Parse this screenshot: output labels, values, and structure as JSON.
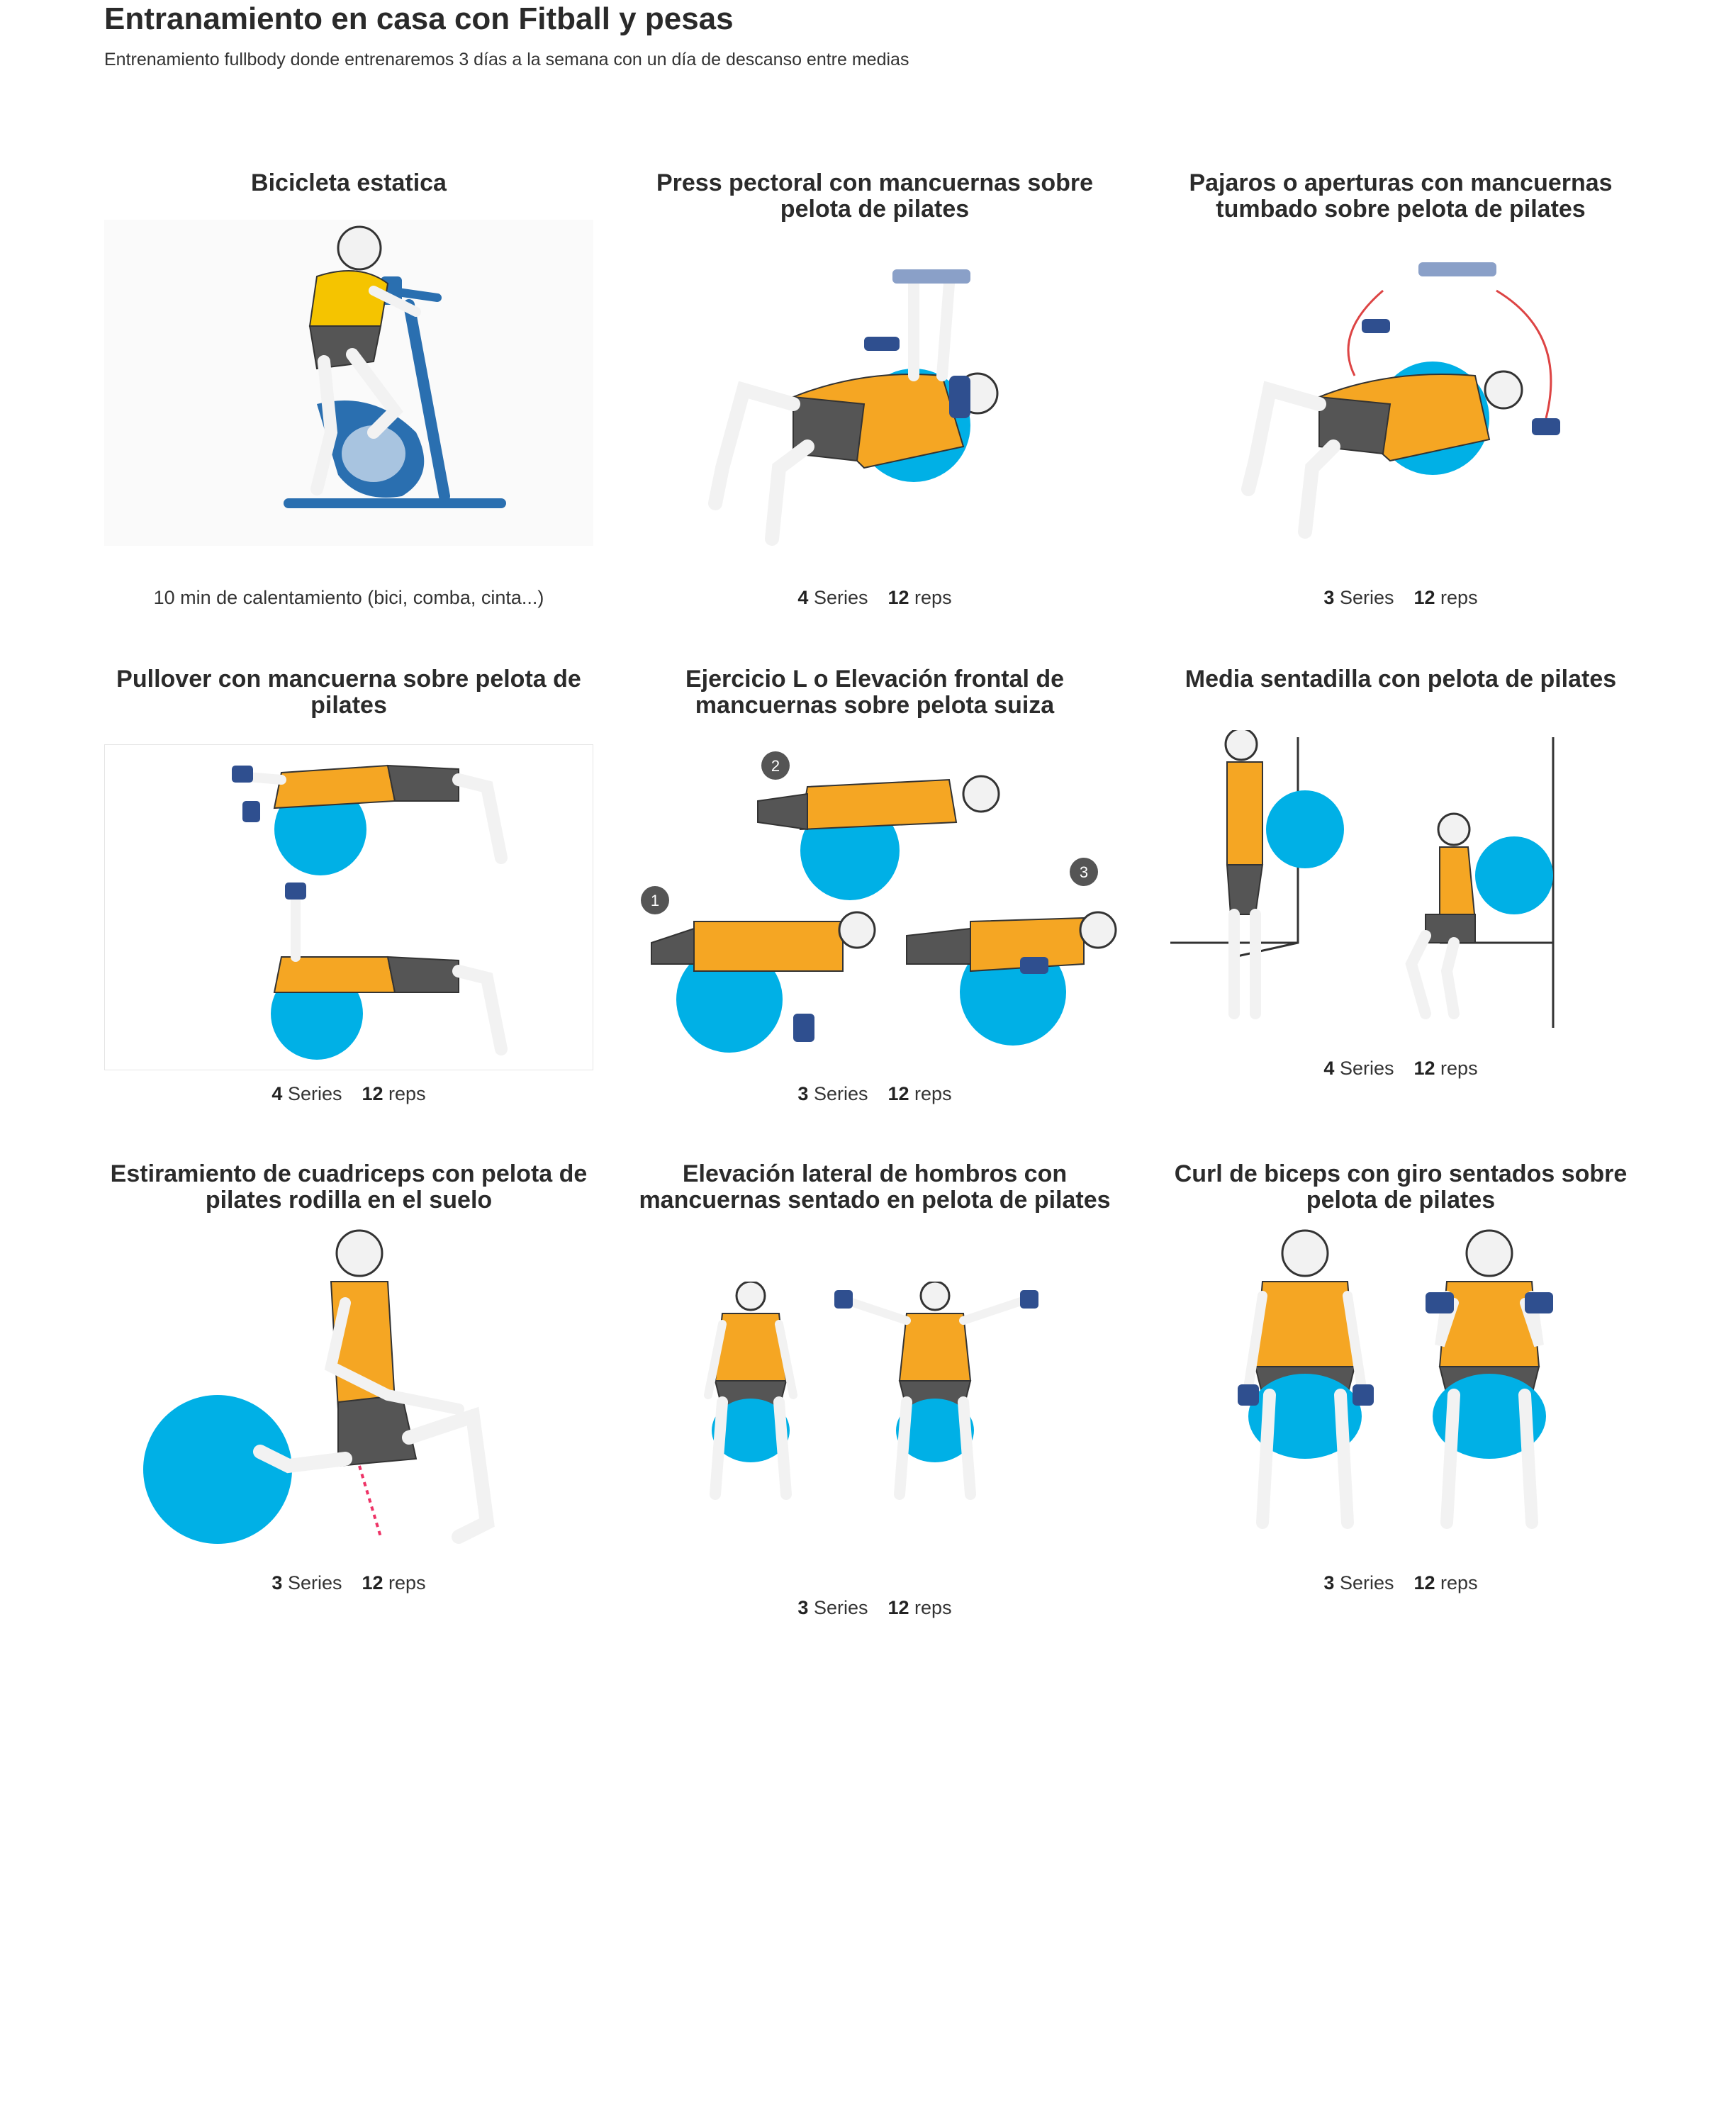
{
  "page": {
    "title": "Entranamiento en casa con Fitball y pesas",
    "subtitle": "Entrenamiento fullbody donde entrenaremos 3 días a la semana con un día de descanso entre medias"
  },
  "series_label": "Series",
  "reps_label": "reps",
  "colors": {
    "shirt": "#f5a623",
    "ball": "#00b0e6",
    "shorts": "#555555",
    "dumbbell": "#2f4f8f",
    "bike": "#2a6fb0",
    "shirt_bike": "#f5c400"
  },
  "exercises": [
    {
      "title": "Bicicleta estatica",
      "note": "10 min de calentamiento (bici, comba, cinta...)",
      "icon": "stationary-bike-illustration"
    },
    {
      "title": "Press pectoral con mancuernas sobre pelota de pilates",
      "series": "4",
      "reps": "12",
      "icon": "chest-press-ball-illustration"
    },
    {
      "title": "Pajaros o aperturas con mancuernas tumbado sobre pelota de pilates",
      "series": "3",
      "reps": "12",
      "icon": "chest-fly-ball-illustration"
    },
    {
      "title": "Pullover con mancuerna sobre pelota de pilates",
      "series": "4",
      "reps": "12",
      "icon": "pullover-ball-illustration"
    },
    {
      "title": "Ejercicio L o Elevación frontal de mancuernas sobre pelota suiza",
      "series": "3",
      "reps": "12",
      "icon": "front-raise-ball-illustration"
    },
    {
      "title": "Media sentadilla con pelota de pilates",
      "series": "4",
      "reps": "12",
      "icon": "wall-squat-ball-illustration"
    },
    {
      "title": "Estiramiento de cuadriceps con pelota de pilates rodilla en el suelo",
      "series": "3",
      "reps": "12",
      "icon": "quad-stretch-ball-illustration"
    },
    {
      "title": "Elevación lateral de hombros con mancuernas sentado en pelota de pilates",
      "series": "3",
      "reps": "12",
      "icon": "lateral-raise-ball-illustration"
    },
    {
      "title": "Curl de biceps con giro sentados sobre pelota de pilates",
      "series": "3",
      "reps": "12",
      "icon": "biceps-curl-ball-illustration"
    }
  ]
}
